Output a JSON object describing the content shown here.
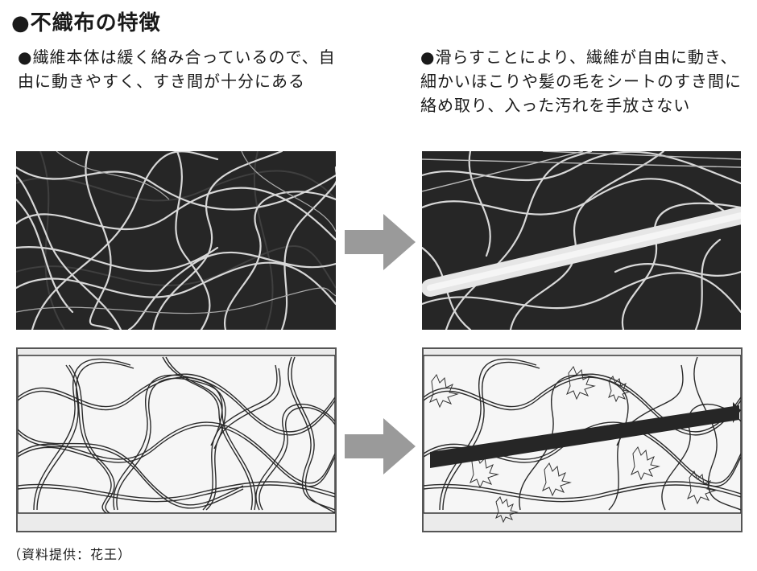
{
  "title": "●不織布の特徴",
  "left_caption": "●繊維本体は緩く絡み合っているので、自由に動きやすく、すき間が十分にある",
  "right_caption": "●滑らすことにより、繊維が自由に動き、細かいほこりや髪の毛をシートのすき間に絡め取り、入った汚れを手放さない",
  "credit": "（資料提供：花王）",
  "colors": {
    "photo_bg": "#2a2a2a",
    "fiber_light": "#d8d8d8",
    "illus_bg": "#ebebeb",
    "arrow": "#9a9a9a",
    "hair": "#262626"
  },
  "icons": {
    "arrow": "right-arrow-icon"
  }
}
